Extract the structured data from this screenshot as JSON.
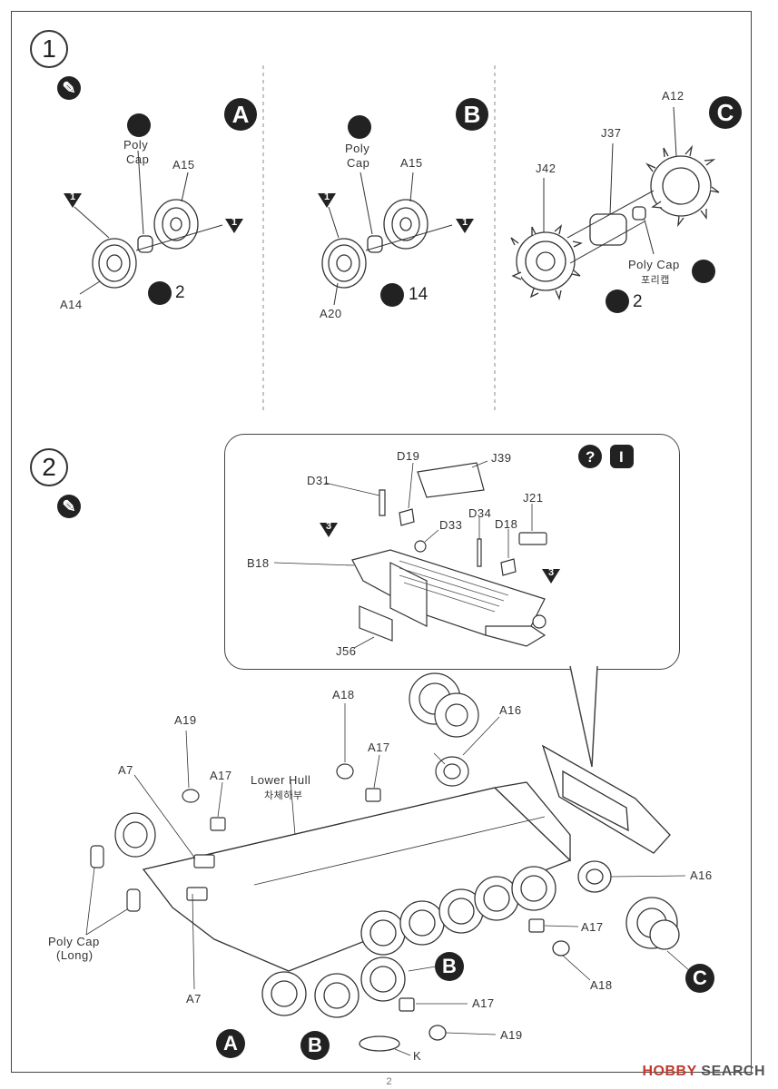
{
  "step1": {
    "number": "1",
    "panel_a": {
      "badge": "A",
      "poly_cap_line1": "Poly",
      "poly_cap_line2": "Cap",
      "part_outer": "A15",
      "part_inner": "A14",
      "triangle_num_left": "1",
      "triangle_num_right": "1",
      "quantity": "2"
    },
    "panel_b": {
      "badge": "B",
      "poly_cap_line1": "Poly",
      "poly_cap_line2": "Cap",
      "part_outer": "A15",
      "part_inner": "A20",
      "triangle_num_left": "1",
      "triangle_num_right": "1",
      "quantity": "14"
    },
    "panel_c": {
      "badge": "C",
      "part_sprocket_outer": "A12",
      "part_hub": "J37",
      "part_sprocket_inner": "J42",
      "poly_cap": "Poly Cap",
      "poly_cap_korean": "포리캡",
      "quantity": "2"
    }
  },
  "step2": {
    "number": "2",
    "detail": {
      "parts": [
        "D31",
        "D19",
        "J39",
        "D33",
        "D34",
        "D18",
        "J21",
        "B18",
        "J56"
      ],
      "triangle_num_left": "3",
      "triangle_num_right": "3",
      "question_badge": "?",
      "info_badge": "I"
    },
    "main": {
      "lower_hull": "Lower Hull",
      "lower_hull_korean": "차체하부",
      "poly_cap_long_line1": "Poly Cap",
      "poly_cap_long_line2": "(Long)",
      "labels": {
        "a19_top": "A19",
        "a7_top": "A7",
        "a17_top_left": "A17",
        "a18_top": "A18",
        "a17_top_mid": "A17",
        "a16_top": "A16",
        "a16_right": "A16",
        "a17_right": "A17",
        "a18_right": "A18",
        "a17_bottom": "A17",
        "a19_bottom": "A19",
        "a7_bottom": "A7",
        "k": "K"
      },
      "badge_a": "A",
      "badge_b_bottom": "B",
      "badge_b_mid": "B",
      "badge_c": "C"
    }
  },
  "footer": {
    "page_number": "2",
    "watermark_prefix": "HOBBY",
    "watermark_suffix": " SEARCH"
  }
}
